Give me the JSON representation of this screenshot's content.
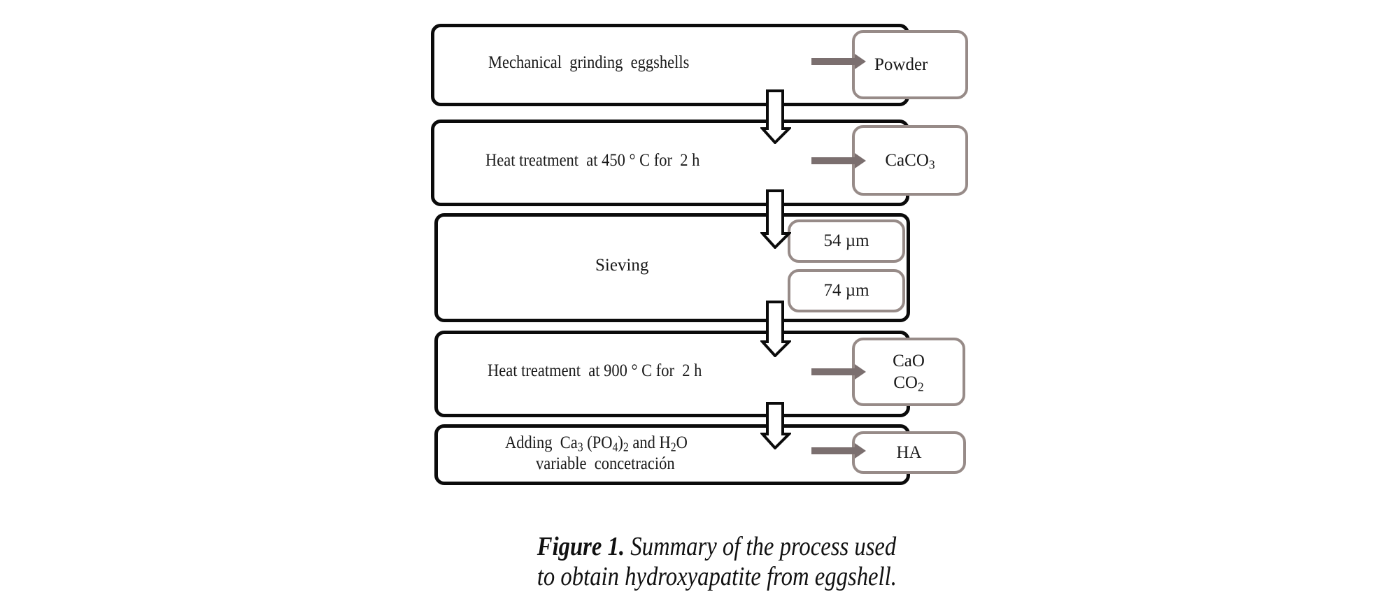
{
  "figure": {
    "steps": [
      {
        "label": "Mechanical  grinding  eggshells"
      },
      {
        "label": "Heat treatment  at 450 ° C for  2 h"
      },
      {
        "label": "Sieving"
      },
      {
        "label": "Heat treatment  at 900 ° C for  2 h"
      },
      {
        "line1_prefix": "Adding  Ca",
        "line1_sub1": "3",
        "line1_mid1": " (PO",
        "line1_sub2": "4",
        "line1_mid2": ")",
        "line1_sub3": "2",
        "line1_mid3": " and H",
        "line1_sub4": "2",
        "line1_suffix": "O",
        "line2": "variable  concetración"
      }
    ],
    "outputs": [
      {
        "label": "Powder"
      },
      {
        "label": "CaCO",
        "sub": "3"
      },
      {
        "label": "54 µm"
      },
      {
        "label": "74 µm"
      },
      {
        "line1": "CaO",
        "line2_label": "CO",
        "line2_sub": "2"
      },
      {
        "label": "HA"
      }
    ],
    "caption": {
      "bold": "Figure 1.",
      "line1": " Summary of the process used",
      "line2": "to obtain hydroxyapatite from eggshell."
    },
    "colors": {
      "step_border": "#0b0b0b",
      "output_border": "#978b88",
      "output_arrow": "#7b6f6f"
    }
  }
}
